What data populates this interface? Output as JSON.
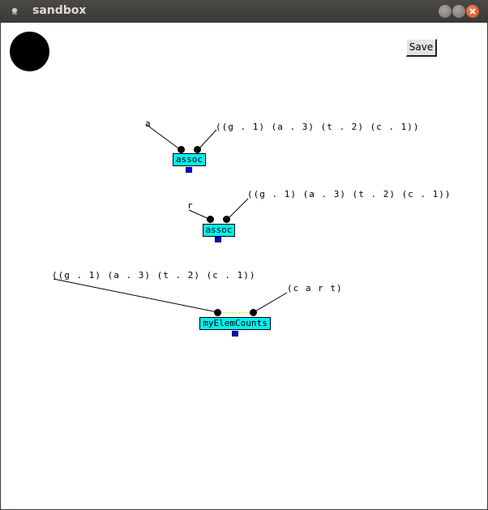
{
  "window": {
    "title": "sandbox"
  },
  "toolbar": {
    "save_label": "Save"
  },
  "nodes": [
    {
      "name": "assoc",
      "inputs": [
        "a",
        "((g . 1) (a . 3) (t . 2) (c . 1))"
      ]
    },
    {
      "name": "assoc",
      "inputs": [
        "r",
        "((g . 1) (a . 3) (t . 2) (c . 1))"
      ]
    },
    {
      "name": "myElemCounts",
      "inputs": [
        "((g . 1) (a . 3) (t . 2) (c . 1))",
        "(c a r t)"
      ]
    }
  ],
  "colors": {
    "node_fill": "#00f0f0",
    "output_port": "#0000e0",
    "input_port": "#000000"
  }
}
